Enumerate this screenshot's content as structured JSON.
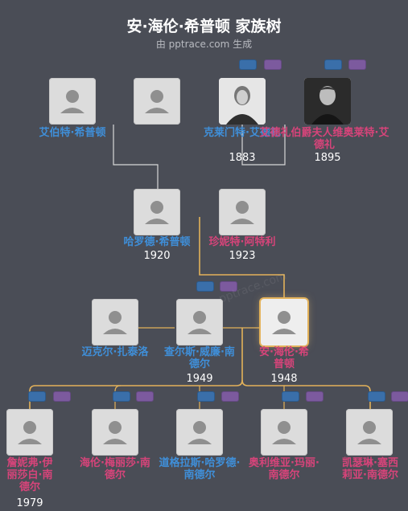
{
  "header": {
    "title": "安·海伦·希普顿 家族树",
    "subtitle": "由 pptrace.com 生成"
  },
  "watermark": "pptrace.com",
  "people": [
    {
      "id": "p1",
      "name": "艾伯特·希普顿",
      "gender": "male",
      "year": ""
    },
    {
      "id": "p2",
      "name": "",
      "gender": "female",
      "year": ""
    },
    {
      "id": "p3",
      "name": "克莱门特·艾德礼",
      "gender": "male",
      "year": "1883",
      "photo": true
    },
    {
      "id": "p4",
      "name": "艾德礼伯爵夫人维奥莱特·艾德礼",
      "gender": "female",
      "year": "1895",
      "photo": true
    },
    {
      "id": "p5",
      "name": "哈罗德·希普顿",
      "gender": "male",
      "year": "1920"
    },
    {
      "id": "p6",
      "name": "珍妮特·阿特利",
      "gender": "female",
      "year": "1923"
    },
    {
      "id": "p7",
      "name": "迈克尔·扎泰洛",
      "gender": "male",
      "year": ""
    },
    {
      "id": "p8",
      "name": "查尔斯·威廉·南德尔",
      "gender": "male",
      "year": "1949"
    },
    {
      "id": "p9",
      "name": "安·海伦·希普顿",
      "gender": "female",
      "year": "1948",
      "focus": true
    },
    {
      "id": "p10",
      "name": "詹妮弗·伊丽莎白·南德尔",
      "gender": "female",
      "year": "1979"
    },
    {
      "id": "p11",
      "name": "海伦·梅丽莎·南德尔",
      "gender": "female",
      "year": ""
    },
    {
      "id": "p12",
      "name": "道格拉斯·哈罗德·南德尔",
      "gender": "male",
      "year": ""
    },
    {
      "id": "p13",
      "name": "奥利维亚·玛丽·南德尔",
      "gender": "female",
      "year": ""
    },
    {
      "id": "p14",
      "name": "凯瑟琳·塞西莉亚·南德尔",
      "gender": "female",
      "year": ""
    }
  ],
  "colors": {
    "male": "#3f8fd9",
    "female": "#d7447a",
    "lineWhite": "#d8d8d8",
    "lineGold": "#e3b25a"
  }
}
